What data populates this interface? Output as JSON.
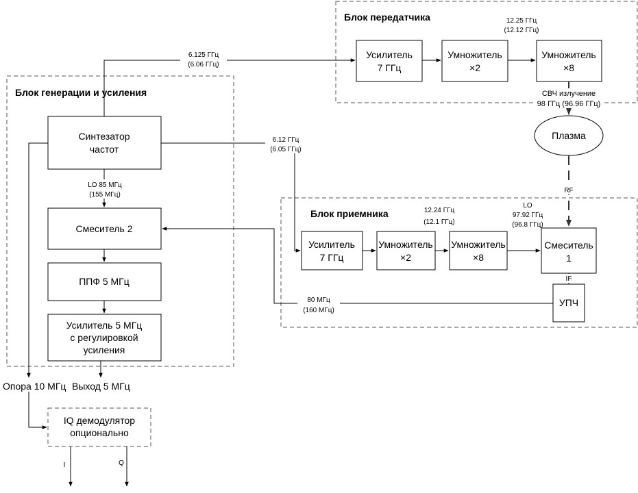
{
  "groups": {
    "transmitter": "Блок передатчика",
    "generation": "Блок генерации и усиления",
    "receiver": "Блок приемника"
  },
  "blocks": {
    "tx_amp": [
      "Усилитель",
      "7 ГГц"
    ],
    "tx_mult2": [
      "Умножитель",
      "×2"
    ],
    "tx_mult8": [
      "Умножитель",
      "×8"
    ],
    "plasma": "Плазма",
    "synth": [
      "Синтезатор",
      "частот"
    ],
    "mixer2": "Смеситель 2",
    "bpf": "ППФ 5 МГц",
    "if_amp": [
      "Усилитель 5 МГц",
      "с регулировкой",
      "усиления"
    ],
    "rx_amp": [
      "Усилитель",
      "7 ГГц"
    ],
    "rx_mult2": [
      "Умножитель",
      "×2"
    ],
    "rx_mult8": [
      "Умножитель",
      "×8"
    ],
    "mixer1": [
      "Смеситель",
      "1"
    ],
    "upch": "УПЧ",
    "iq": [
      "IQ демодулятор",
      "опционально"
    ]
  },
  "labels": {
    "tx_in_freq": [
      "6.125 ГГц",
      "(6.06 ГГц)"
    ],
    "tx_mid_freq": [
      "12.25 ГГц",
      "(12.12 ГГц)"
    ],
    "microwave": [
      "СВЧ излучение",
      "98 ГГц (96.96 ГГц)"
    ],
    "rx_in_freq": [
      "6.12 ГГц",
      "(6.05 ГГц)"
    ],
    "lo_85": [
      "LO 85 МГц",
      "(155 МГц)"
    ],
    "rx_mid_freq": [
      "12.24 ГГц",
      "(12.1 ГГц)"
    ],
    "lo_97": [
      "LO",
      "97.92 ГГц",
      "(96.8 ГГц)"
    ],
    "rf": "RF",
    "if": "IF",
    "if_80": [
      "80 МГц",
      "(160 МГц)"
    ],
    "ref_10": "Опора 10 МГц",
    "out_5": "Выход 5 МГц",
    "i": "I",
    "q": "Q"
  }
}
